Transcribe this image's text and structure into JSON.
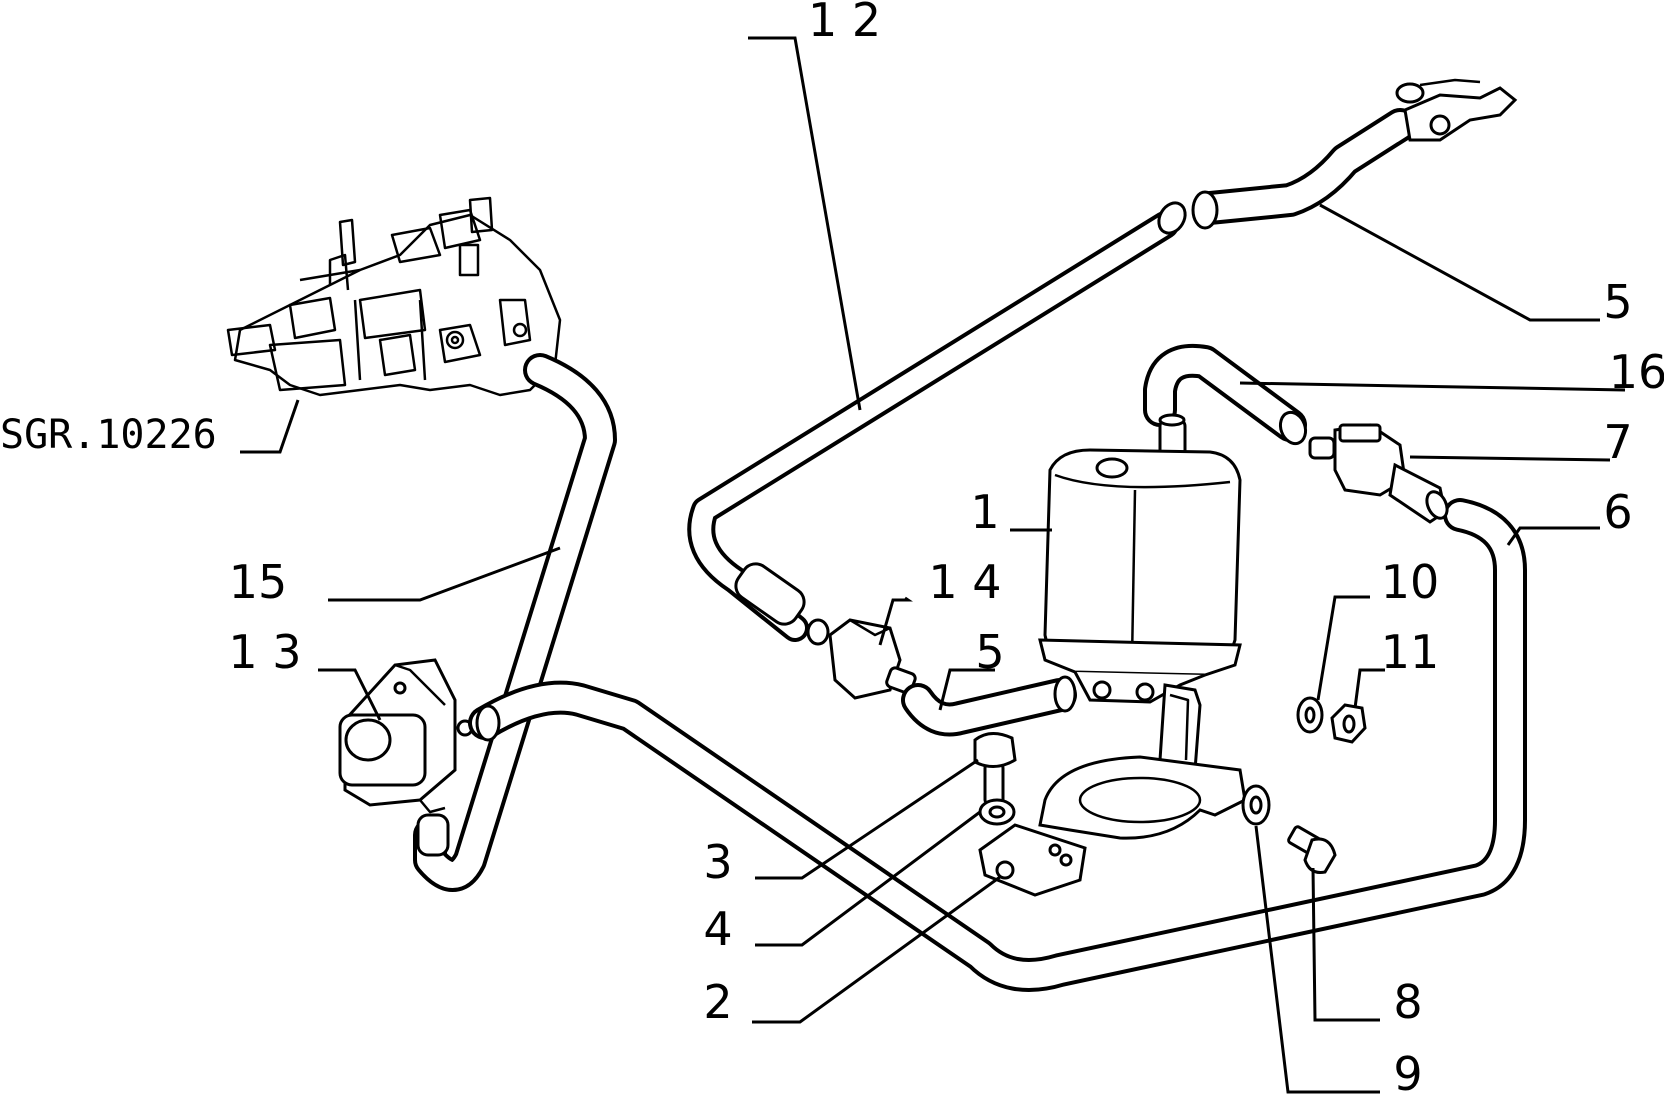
{
  "diagram": {
    "reference_code": "SGR.10226",
    "callouts": {
      "c1": "1",
      "c2": "2",
      "c3": "3",
      "c4": "4",
      "c5_top": "5",
      "c5_mid": "5",
      "c6": "6",
      "c7": "7",
      "c8": "8",
      "c9": "9",
      "c10": "10",
      "c11": "11",
      "c12": "1 2",
      "c13": "1 3",
      "c14": "1 4",
      "c15": "15",
      "c16": "16"
    }
  }
}
